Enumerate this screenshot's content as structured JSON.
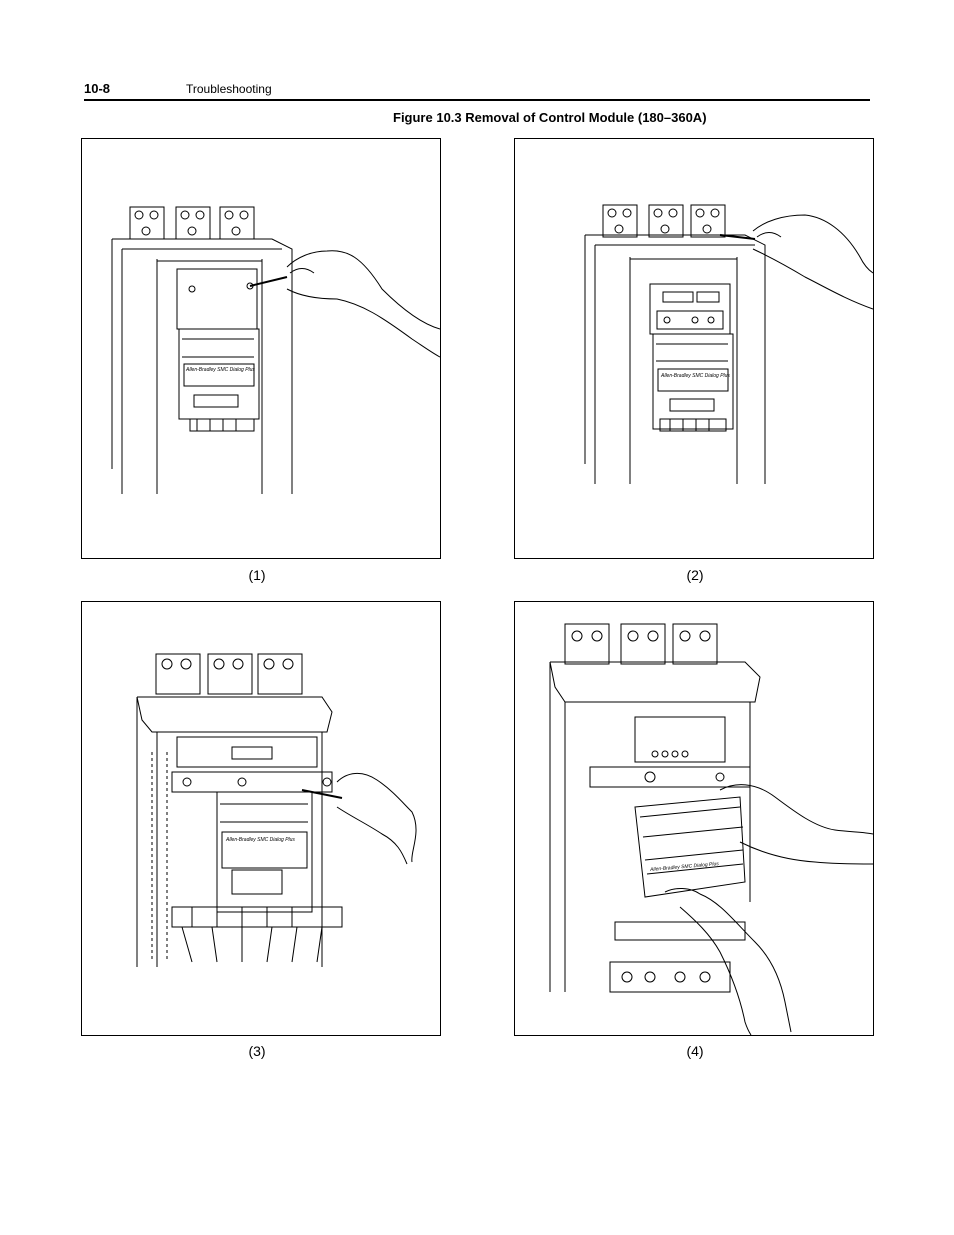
{
  "header": {
    "page_number": "10-8",
    "section": "Troubleshooting"
  },
  "figure": {
    "title": "Figure 10.3 Removal of Control Module (180–360A)",
    "panels": [
      {
        "caption": "(1)",
        "label_text": "Allen-Bradley SMC Dialog Plus"
      },
      {
        "caption": "(2)",
        "label_text": "Allen-Bradley SMC Dialog Plus"
      },
      {
        "caption": "(3)",
        "label_text": "Allen-Bradley SMC Dialog Plus"
      },
      {
        "caption": "(4)",
        "label_text": "Allen-Bradley SMC Dialog Plus"
      }
    ]
  }
}
